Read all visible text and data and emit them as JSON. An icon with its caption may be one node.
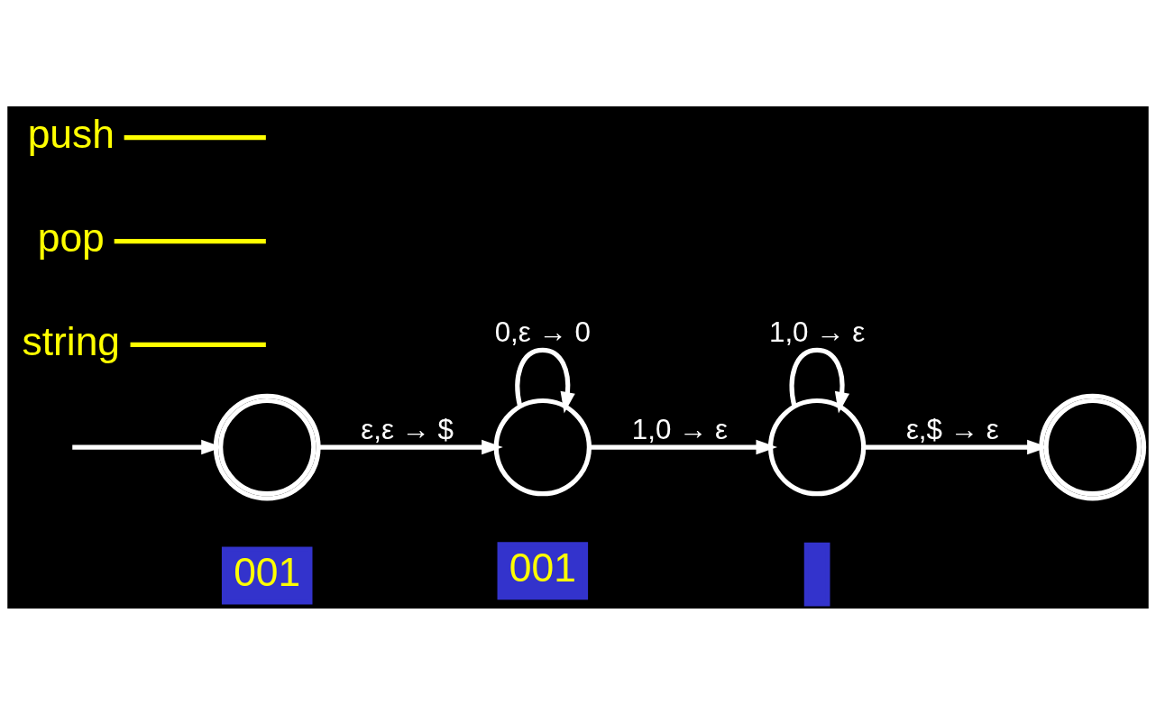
{
  "diagram": {
    "nodes": [
      {
        "text": [],
        "shape": "circle"
      },
      {
        "text": [
          "001"
        ]
      },
      {
        "text": [],
        "shape": "circle"
      },
      {
        "text": [
          "001"
        ]
      },
      {
        "text": [],
        "shape": "circle"
      },
      {
        "text": [],
        "shape": "bar"
      },
      {
        "text": [],
        "shape": "circle"
      },
      {
        "text": [
          "string"
        ]
      },
      {
        "text": [
          "pop"
        ]
      },
      {
        "text": [
          "push"
        ]
      }
    ],
    "edges": [
      {
        "from": null,
        "to": 0,
        "arrow": "to"
      },
      {
        "from": 0,
        "to": 2,
        "arrow": "to",
        "label": "ε,ε → $"
      },
      {
        "from": 2,
        "to": 2,
        "arrow": "to",
        "label": "0,ε → 0"
      },
      {
        "from": 2,
        "to": 4,
        "arrow": "to",
        "label": "1,0 → ε"
      },
      {
        "from": 4,
        "to": 4,
        "arrow": "to",
        "label": "1,0 → ε"
      },
      {
        "from": 4,
        "to": 6,
        "arrow": "to",
        "label": "ε,$ → ε"
      },
      {
        "from": 7,
        "to": null,
        "arrow": "none",
        "color": "#ffff00"
      },
      {
        "from": 8,
        "to": null,
        "arrow": "none",
        "color": "#ffff00"
      },
      {
        "from": 9,
        "to": null,
        "arrow": "none",
        "color": "#ffff00"
      }
    ]
  }
}
